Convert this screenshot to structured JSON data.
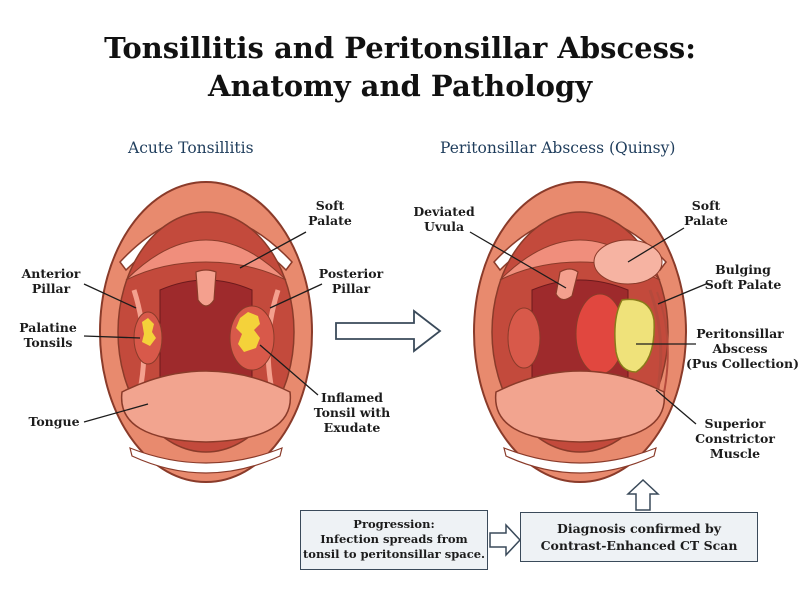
{
  "title": {
    "line1": "Tonsillitis and Peritonsillar Abscess:",
    "line2": "Anatomy and Pathology"
  },
  "left_panel": {
    "heading": "Acute Tonsillitis",
    "labels": {
      "soft_palate": [
        "Soft",
        "Palate"
      ],
      "anterior_pillar": [
        "Anterior",
        "Pillar"
      ],
      "posterior_pillar": [
        "Posterior",
        "Pillar"
      ],
      "palatine_tonsils": [
        "Palatine",
        "Tonsils"
      ],
      "tongue": [
        "Tongue"
      ],
      "inflamed_tonsil": [
        "Inflamed",
        "Tonsil with",
        "Exudate"
      ]
    }
  },
  "right_panel": {
    "heading": "Peritonsillar Abscess (Quinsy)",
    "labels": {
      "deviated_uvula": [
        "Deviated",
        "Uvula"
      ],
      "soft_palate": [
        "Soft",
        "Palate"
      ],
      "bulging_soft_palate": [
        "Bulging",
        "Soft Palate"
      ],
      "peritonsillar_abscess": [
        "Peritonsillar",
        "Abscess",
        "(Pus Collection)"
      ],
      "superior_constrictor": [
        "Superior",
        "Constrictor",
        "Muscle"
      ]
    }
  },
  "boxes": {
    "progression": [
      "Progression:",
      "Infection spreads from",
      "tonsil to peritonsillar space."
    ],
    "diagnosis": [
      "Diagnosis confirmed by",
      "Contrast-Enhanced CT Scan"
    ]
  },
  "colors": {
    "lip": "#e88a6e",
    "lip_outline": "#8a3b2a",
    "mouth_interior": "#c34a3c",
    "throat": "#9e2a2c",
    "tongue": "#f2a48f",
    "tonsil": "#d8594a",
    "exudate": "#f4d23a",
    "abscess": "#efe27a",
    "heading": "#1f3d5c"
  }
}
